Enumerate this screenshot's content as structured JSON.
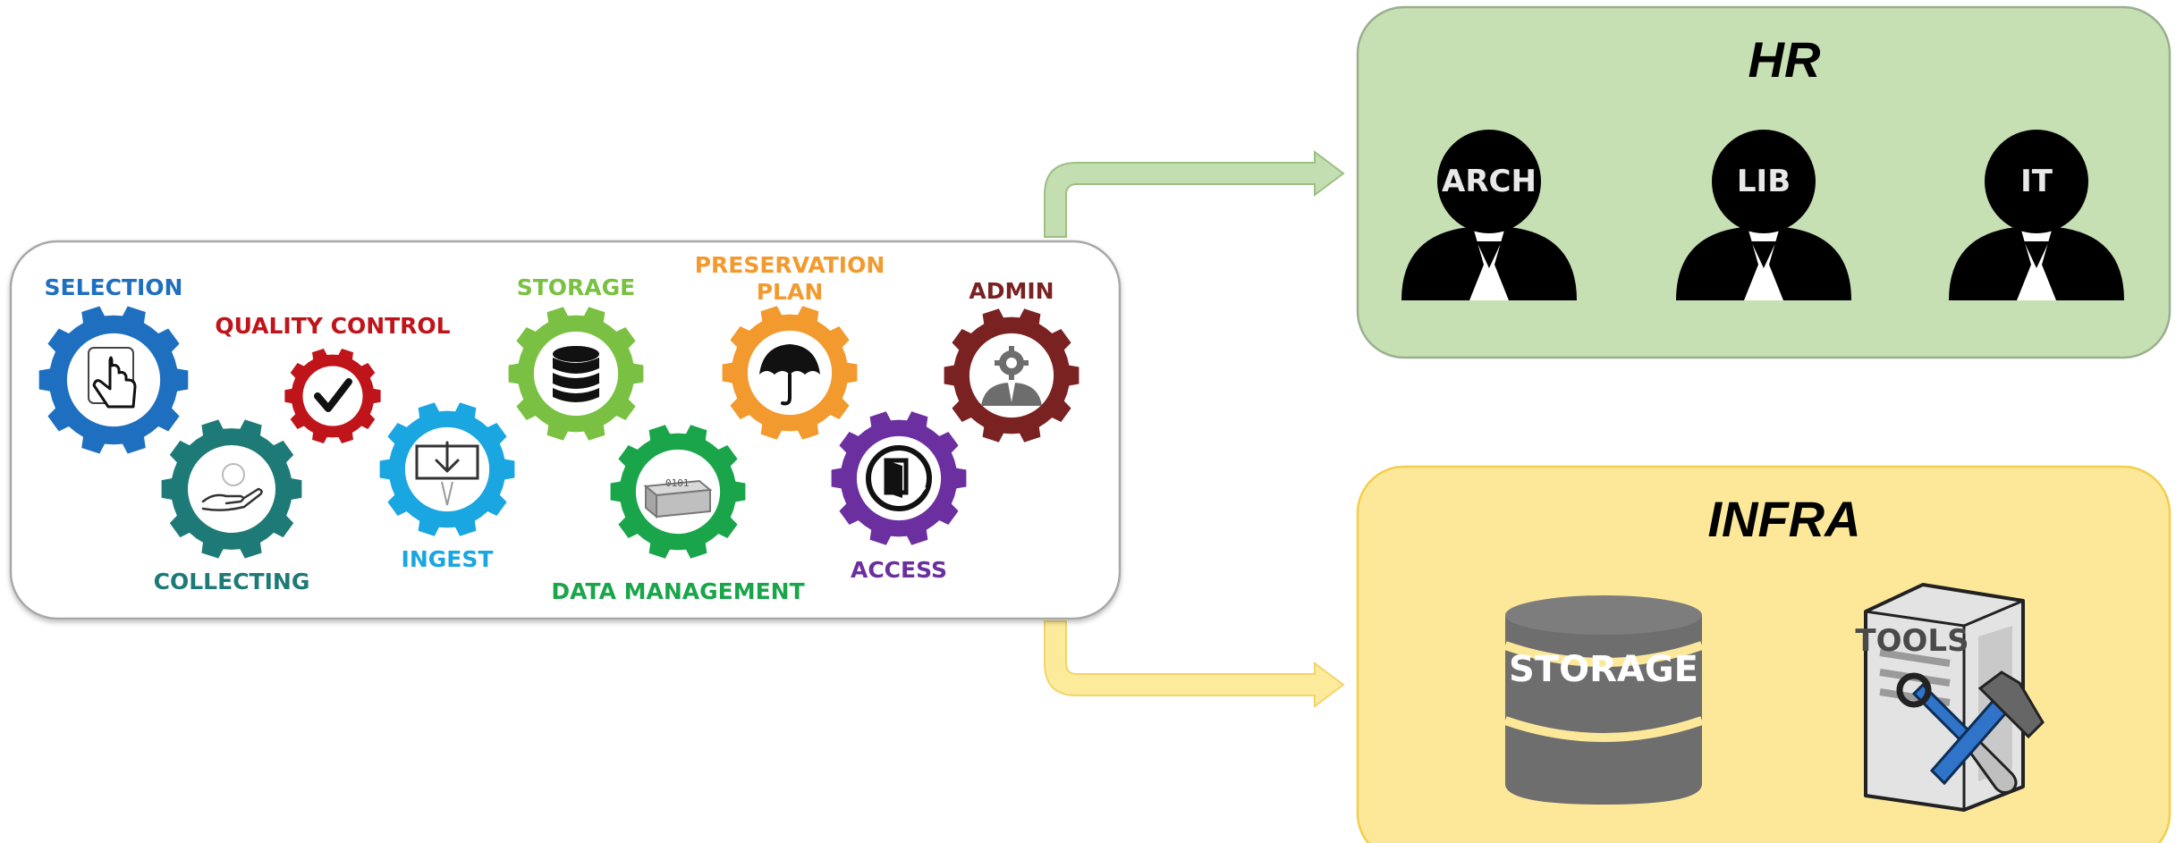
{
  "process": {
    "stages": [
      {
        "label": "SELECTION",
        "color": "#1f6fc0",
        "icon": "hand-touch-icon"
      },
      {
        "label": "QUALITY CONTROL",
        "color": "#c0141b",
        "icon": "checkmark-icon"
      },
      {
        "label": "COLLECTING",
        "color": "#1e7a76",
        "icon": "open-hand-icon"
      },
      {
        "label": "INGEST",
        "color": "#1aa6e0",
        "icon": "download-tray-icon"
      },
      {
        "label": "STORAGE",
        "color": "#7ac143",
        "icon": "database-icon"
      },
      {
        "label": "DATA MANAGEMENT",
        "color": "#1aa54a",
        "icon": "data-drawer-icon"
      },
      {
        "label": "PRESERVATION",
        "label2": "PLAN",
        "color": "#f39a2e",
        "icon": "umbrella-icon"
      },
      {
        "label": "ACCESS",
        "color": "#6b2fa0",
        "icon": "door-exit-icon"
      },
      {
        "label": "ADMIN",
        "color": "#7a2222",
        "icon": "admin-person-gear-icon"
      }
    ]
  },
  "hr": {
    "title": "HR",
    "color": "#c6e0b4",
    "people": [
      {
        "label": "ARCH"
      },
      {
        "label": "LIB"
      },
      {
        "label": "IT"
      }
    ]
  },
  "infra": {
    "title": "INFRA",
    "color": "#fde89a",
    "storage_label": "STORAGE",
    "tools_label": "TOOLS"
  }
}
